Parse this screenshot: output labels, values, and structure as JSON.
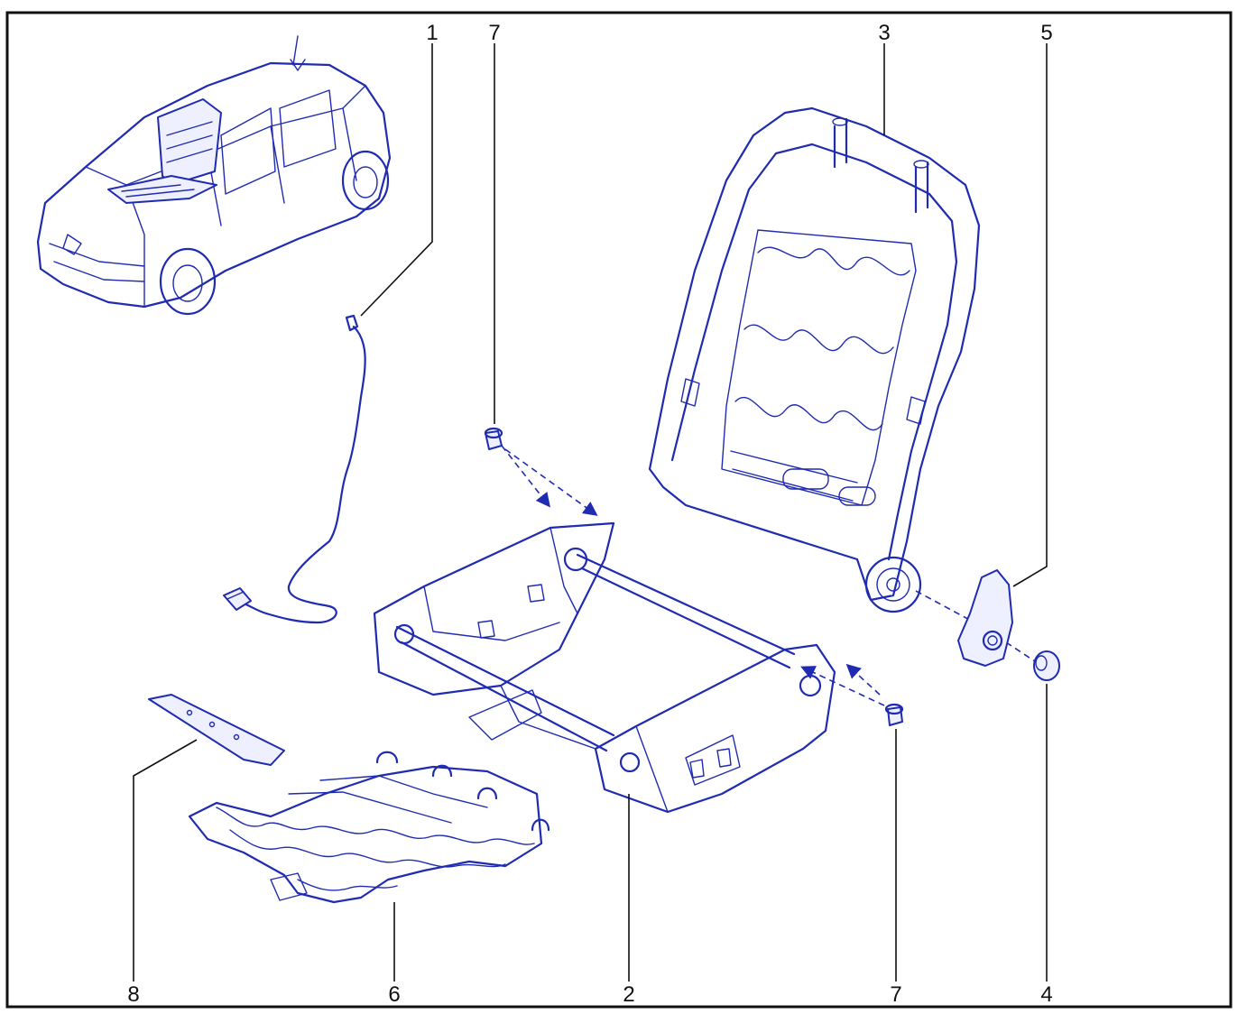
{
  "callouts": [
    {
      "id": "1",
      "text": "1",
      "part": "seat-heating-wiring-harness"
    },
    {
      "id": "7a",
      "text": "7",
      "part": "bolt-upper"
    },
    {
      "id": "3",
      "text": "3",
      "part": "seatback-frame"
    },
    {
      "id": "5",
      "text": "5",
      "part": "recliner-side-cover"
    },
    {
      "id": "8",
      "text": "8",
      "part": "seat-cushion-plate"
    },
    {
      "id": "6",
      "text": "6",
      "part": "seat-cushion-springs"
    },
    {
      "id": "2",
      "text": "2",
      "part": "seat-cushion-frame"
    },
    {
      "id": "7b",
      "text": "7",
      "part": "bolt-lower"
    },
    {
      "id": "4",
      "text": "4",
      "part": "recliner-cap"
    }
  ],
  "colors": {
    "line_art": "#1f2bb0",
    "labels": "#111111",
    "frame": "#111111",
    "background": "#ffffff"
  }
}
